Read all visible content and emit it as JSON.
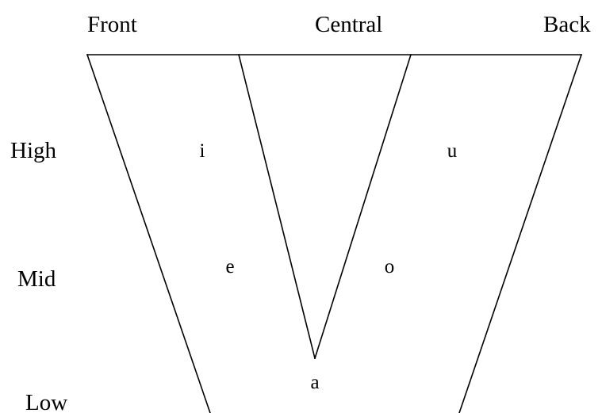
{
  "columns": {
    "front": "Front",
    "central": "Central",
    "back": "Back"
  },
  "rows": {
    "high": "High",
    "mid": "Mid",
    "low": "Low"
  },
  "vowels": {
    "i": "i",
    "u": "u",
    "e": "e",
    "o": "o",
    "a": "a"
  },
  "colors": {
    "stroke": "#000000",
    "background": "#ffffff"
  }
}
